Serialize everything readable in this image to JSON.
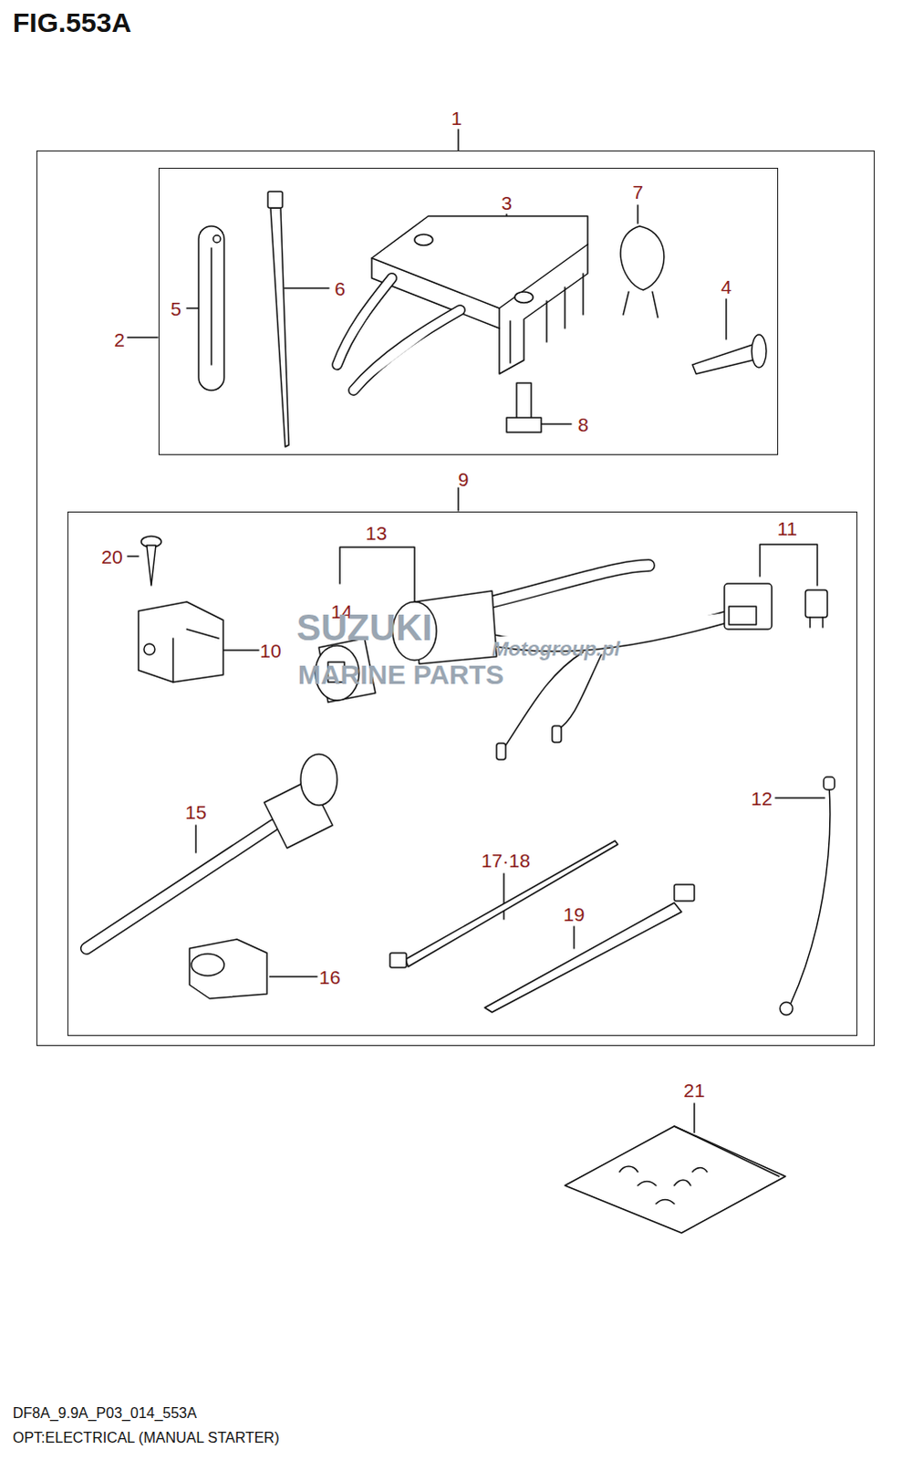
{
  "diagram": {
    "title": "FIG.553A",
    "nodes": [
      {
        "text": [
          "1"
        ]
      },
      {
        "text": [
          "2"
        ],
        "in": 0
      },
      {
        "text": [
          "9"
        ],
        "in": 0
      }
    ],
    "labels": [
      "3",
      "4",
      "5",
      "6",
      "7",
      "8",
      "10",
      "11",
      "12",
      "13",
      "14",
      "15",
      "16",
      "17·18",
      "19",
      "20",
      "21",
      "SUZUKI",
      "MARINE PARTS",
      "Motogroup.pl",
      "DF8A_9.9A_P03_014_553A",
      "OPT:ELECTRICAL (MANUAL STARTER)"
    ]
  }
}
